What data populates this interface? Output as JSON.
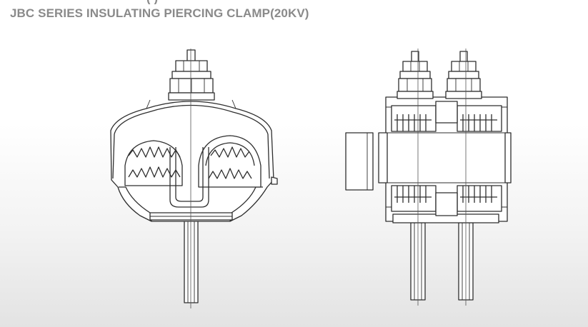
{
  "header": {
    "title": "JBC SERIES INSULATING PIERCING CLAMP(20KV)",
    "clipped_line": "(   )"
  },
  "colors": {
    "title_text": "#8a8a8a",
    "line": "#2e2e2e",
    "background_top": "#ffffff",
    "background_bottom": "#e3e3e3"
  },
  "figures": {
    "side_view": "clamp-side-view",
    "front_view": "clamp-front-view"
  }
}
